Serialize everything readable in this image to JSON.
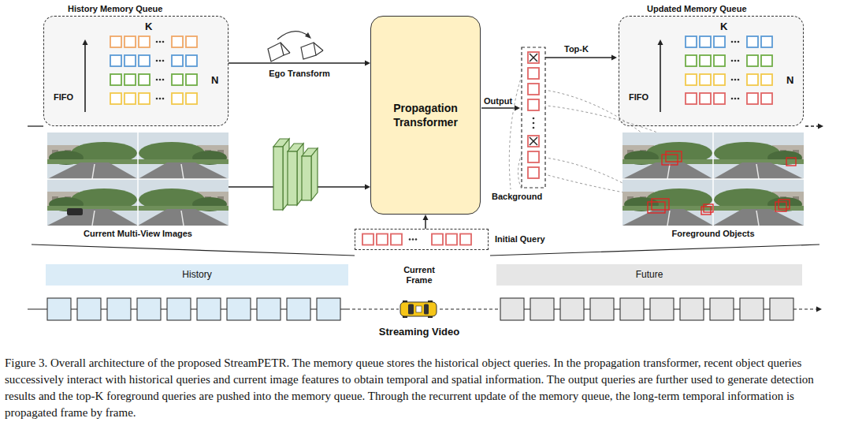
{
  "diagram": {
    "caption": "Figure 3. Overall architecture of the proposed StreamPETR. The memory queue stores the historical object queries. In the propagation transformer, recent object queries successively interact with historical queries and current image features to obtain temporal and spatial information. The output queries are further used to generate detection results and the top-K foreground queries are pushed into the memory queue. Through the recurrent update of the memory queue, the long-term temporal information is propagated frame by frame.",
    "nodes": [
      {
        "text": [
          "History Memory Queue",
          "K",
          "FIFO",
          "N"
        ]
      },
      {
        "text": [
          "Propagation Transformer"
        ]
      },
      {
        "text": [
          "Updated Memory Queue",
          "K",
          "FIFO",
          "N"
        ]
      },
      {
        "text": [
          "Current Multi-View Images"
        ]
      },
      {
        "text": [
          "Initial Query"
        ]
      },
      {
        "text": [
          "Foreground Objects"
        ]
      },
      {
        "text": [
          "History"
        ]
      },
      {
        "text": [
          "Future"
        ]
      }
    ],
    "edges": [
      {
        "from": 0,
        "to": 1,
        "label": "Ego Transform",
        "arrow": "to"
      },
      {
        "from": 3,
        "to": 1,
        "arrow": "to"
      },
      {
        "from": 4,
        "to": 1,
        "arrow": "to"
      }
    ],
    "labels": [
      "Output",
      "Top-K",
      "Background",
      "Current Frame",
      "Streaming Video"
    ]
  }
}
